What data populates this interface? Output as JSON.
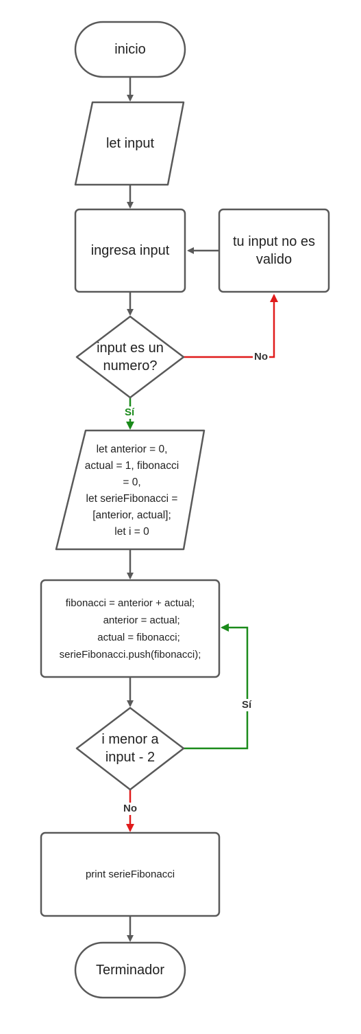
{
  "colors": {
    "stroke": "#595959",
    "yes": "#1a8a1a",
    "no": "#e01b1b",
    "fill": "#ffffff",
    "text": "#222222"
  },
  "nodes": {
    "start": "inicio",
    "input_decl": "let input",
    "ask_input": "ingresa input",
    "invalid_msg": "tu input no es\nvalido",
    "is_number": "input es un\nnumero?",
    "init_vars": "let anterior = 0,\nactual = 1, fibonacci\n= 0,\nlet serieFibonacci =\n[anterior, actual];\nlet i = 0",
    "loop_body": "fibonacci = anterior + actual;\n        anterior = actual;\n      actual = fibonacci;\nserieFibonacci.push(fibonacci);",
    "loop_check": "i menor a\ninput - 2",
    "print": "print serieFibonacci",
    "end": "Terminador"
  },
  "edges": {
    "is_number_no": "No",
    "is_number_yes": "Sí",
    "loop_yes": "Sí",
    "loop_no": "No"
  }
}
